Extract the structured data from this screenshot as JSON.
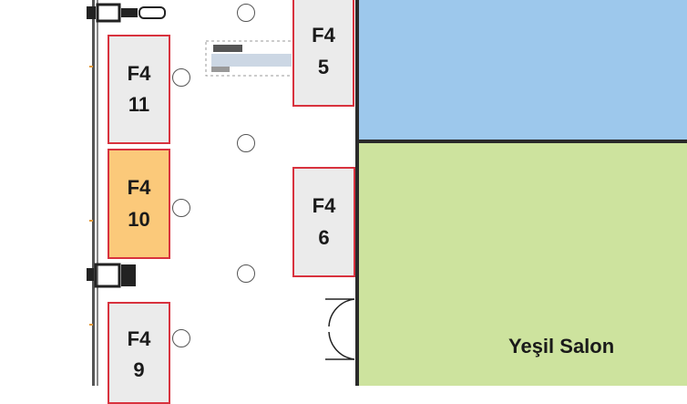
{
  "halls": {
    "blue": {
      "label": "",
      "color": "#9dc8ec"
    },
    "green": {
      "label": "Yeşil Salon",
      "color": "#cde39e"
    }
  },
  "booths": [
    {
      "id": "f4-5",
      "line1": "F4",
      "line2": "5",
      "highlighted": false
    },
    {
      "id": "f4-11",
      "line1": "F4",
      "line2": "11",
      "highlighted": false
    },
    {
      "id": "f4-10",
      "line1": "F4",
      "line2": "10",
      "highlighted": true
    },
    {
      "id": "f4-6",
      "line1": "F4",
      "line2": "6",
      "highlighted": false
    },
    {
      "id": "f4-9",
      "line1": "F4",
      "line2": "9",
      "highlighted": false
    }
  ],
  "colors": {
    "booth_border": "#d8323e",
    "booth_fill": "#ebebeb",
    "booth_highlight": "#fbc97a",
    "wall": "#2a2a2a"
  }
}
